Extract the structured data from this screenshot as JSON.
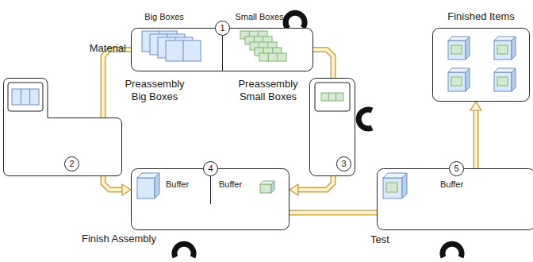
{
  "diagram": {
    "nodes": [
      {
        "text": [
          "Material"
        ]
      },
      {
        "text": [
          "Big Boxes"
        ],
        "in": 0
      },
      {
        "text": [
          "Small Boxes"
        ],
        "in": 0
      },
      {
        "text": [
          "Preassembly Big Boxes"
        ]
      },
      {
        "text": [
          "Preassembly Small Boxes"
        ]
      },
      {
        "text": [
          "Finish Assembly"
        ]
      },
      {
        "text": [
          "Buffer"
        ],
        "in": 5
      },
      {
        "text": [
          "Buffer"
        ],
        "in": 5
      },
      {
        "text": [
          "Test"
        ]
      },
      {
        "text": [
          "Buffer"
        ],
        "in": 8
      },
      {
        "text": [
          "Finished Items"
        ]
      }
    ],
    "edges": [
      {
        "from": 1,
        "to": 3,
        "arrow": "none"
      },
      {
        "from": 3,
        "to": 6,
        "arrow": "to"
      },
      {
        "from": 2,
        "to": 4,
        "arrow": "none"
      },
      {
        "from": 4,
        "to": 7,
        "arrow": "to"
      },
      {
        "from": 5,
        "to": 8,
        "arrow": "none"
      },
      {
        "from": 8,
        "to": 10,
        "arrow": "to"
      }
    ],
    "labels": [
      "1",
      "2",
      "3",
      "4",
      "5"
    ]
  }
}
